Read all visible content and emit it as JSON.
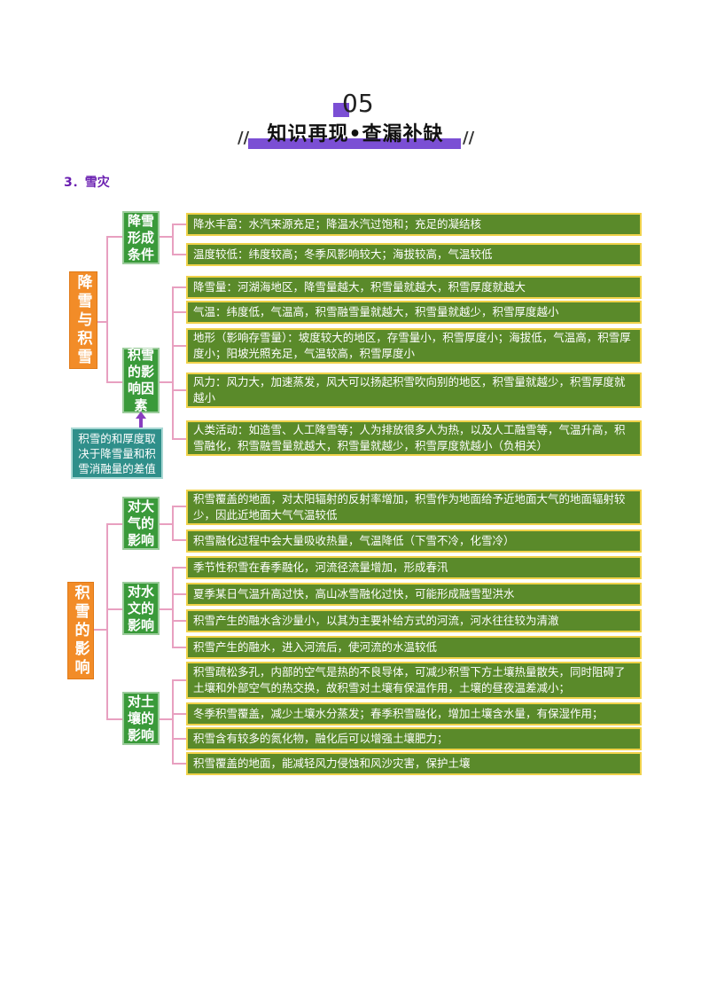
{
  "header": {
    "number": "05",
    "title": "知识再现•查漏补缺",
    "left_deco": "//",
    "right_deco": "//"
  },
  "section": {
    "label": "3．雪灾"
  },
  "group1": {
    "root": "降雪与积雪",
    "branches": [
      {
        "label": "降雪形成条件",
        "items": [
          "降水丰富：水汽来源充足；降温水汽过饱和；充足的凝结核",
          "温度较低：纬度较高；冬季风影响较大；海拔较高，气温较低"
        ]
      },
      {
        "label": "积雪的影响因素",
        "items": [
          "降雪量：河湖海地区，降雪量越大，积雪量就越大，积雪厚度就越大",
          "气温：纬度低，气温高，积雪融雪量就越大，积雪量就越少，积雪厚度越小",
          "地形（影响存雪量）：坡度较大的地区，存雪量小，积雪厚度小；海拔低，气温高，积雪厚度小；阳坡光照充足，气温较高，积雪厚度小",
          "风力：风力大，加速蒸发，风大可以扬起积雪吹向别的地区，积雪量就越少，积雪厚度就越小",
          "人类活动：如造雪、人工降雪等；人为排放很多人为热，以及人工融雪等，气温升高，积雪融化，积雪融雪量就越大，积雪量就越少，积雪厚度就越小（负相关）"
        ]
      }
    ],
    "note": "积雪的和厚度取决于降雪量和积雪消融量的差值"
  },
  "group2": {
    "root": "积雪的影响",
    "branches": [
      {
        "label": "对大气的影响",
        "items": [
          "积雪覆盖的地面，对太阳辐射的反射率增加，积雪作为地面给予近地面大气的地面辐射较少，因此近地面大气气温较低",
          "积雪融化过程中会大量吸收热量，气温降低（下雪不冷，化雪冷）"
        ]
      },
      {
        "label": "对水文的影响",
        "items": [
          "季节性积雪在春季融化，河流径流量增加，形成春汛",
          "夏季某日气温升高过快，高山冰雪融化过快，可能形成融雪型洪水",
          "积雪产生的融水含沙量小，以其为主要补给方式的河流，河水往往较为清澈",
          "积雪产生的融水，进入河流后，使河流的水温较低"
        ]
      },
      {
        "label": "对土壤的影响",
        "items": [
          "积雪疏松多孔，内部的空气是热的不良导体，可减少积雪下方土壤热量散失，同时阻碍了土壤和外部空气的热交换，故积雪对土壤有保温作用，土壤的昼夜温差减小；",
          "冬季积雪覆盖，减少土壤水分蒸发；春季积雪融化，增加土壤含水量，有保湿作用；",
          "积雪含有较多的氮化物，融化后可以增强土壤肥力；",
          "积雪覆盖的地面，能减轻风力侵蚀和风沙灾害，保护土壤"
        ]
      }
    ]
  },
  "colors": {
    "orange": "#f28c28",
    "green_mid": "#3a9a3a",
    "green_leaf": "#5a8a2a",
    "leaf_border": "#f0d24a",
    "connector": "#e8a0c0",
    "accent": "#7b4fd4",
    "note": "#2f8f8a"
  }
}
